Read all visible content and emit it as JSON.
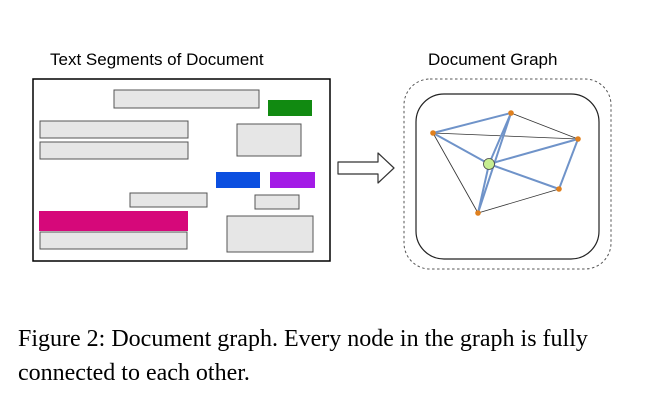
{
  "left_panel": {
    "title": "Text Segments of Document"
  },
  "right_panel": {
    "title": "Document Graph"
  },
  "caption": {
    "text": "Figure 2: Document graph. Every node in the graph is fully connected to each other."
  },
  "colors": {
    "segment_gray": "#e6e6e6",
    "segment_border": "#555555",
    "green": "#118a11",
    "blue": "#0b4fe0",
    "purple": "#a31be6",
    "magenta": "#d6087a",
    "edge_blue": "#6f93c9",
    "node_orange": "#e0801e",
    "center_node": "#c6ed90"
  },
  "icons": {
    "arrow": "right-arrow-icon"
  }
}
